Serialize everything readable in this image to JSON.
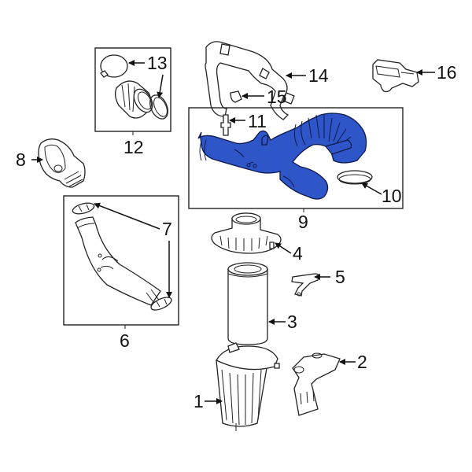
{
  "diagram": {
    "type": "exploded-parts-diagram",
    "highlight_color": "#2f56c8",
    "callouts": [
      {
        "id": "1",
        "label": "1",
        "part": "air-cleaner-housing-lower"
      },
      {
        "id": "2",
        "label": "2",
        "part": "housing-bracket"
      },
      {
        "id": "3",
        "label": "3",
        "part": "air-filter-element"
      },
      {
        "id": "4",
        "label": "4",
        "part": "air-cleaner-cover"
      },
      {
        "id": "5",
        "label": "5",
        "part": "mounting-bracket"
      },
      {
        "id": "6",
        "label": "6",
        "part": "intake-duct-assembly"
      },
      {
        "id": "7",
        "label": "7",
        "part": "duct-clamps"
      },
      {
        "id": "8",
        "label": "8",
        "part": "air-inlet-duct"
      },
      {
        "id": "9",
        "label": "9",
        "part": "air-intake-hose-assembly",
        "highlighted": true
      },
      {
        "id": "10",
        "label": "10",
        "part": "hose-clamp"
      },
      {
        "id": "11",
        "label": "11",
        "part": "sensor-fitting"
      },
      {
        "id": "12",
        "label": "12",
        "part": "resonator-assembly"
      },
      {
        "id": "13",
        "label": "13",
        "part": "resonator-clamps"
      },
      {
        "id": "14",
        "label": "14",
        "part": "breather-hose"
      },
      {
        "id": "15",
        "label": "15",
        "part": "hose-connector"
      },
      {
        "id": "16",
        "label": "16",
        "part": "map-sensor"
      }
    ]
  }
}
